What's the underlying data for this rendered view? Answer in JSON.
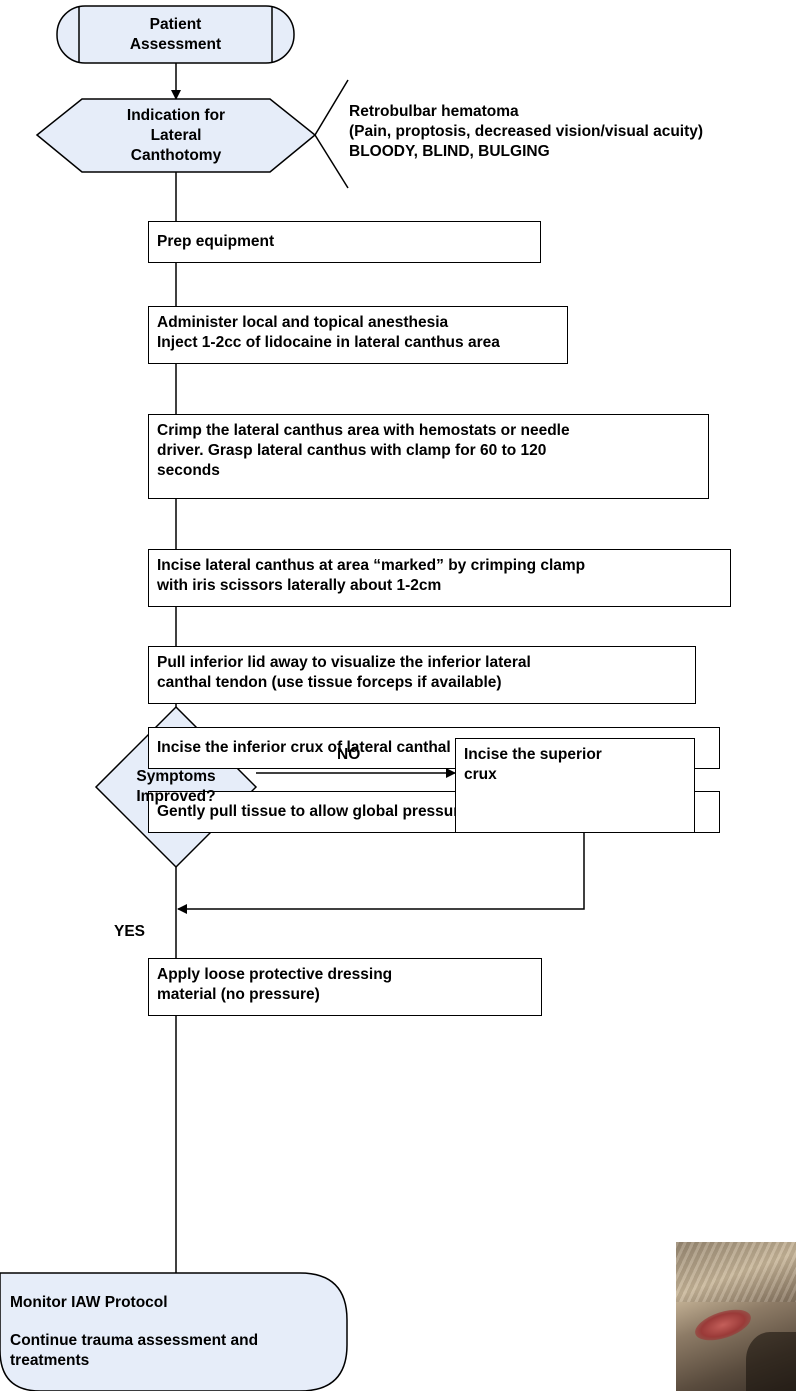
{
  "nodes": {
    "patient_assessment": [
      "Patient",
      "Assessment"
    ],
    "indication": [
      "Indication for",
      "Lateral",
      "Canthotomy"
    ],
    "indication_note": [
      "Retrobulbar hematoma",
      "(Pain, proptosis, decreased vision/visual acuity)",
      "BLOODY, BLIND, BULGING"
    ],
    "step_prep": [
      "Prep equipment"
    ],
    "step_anesthesia": [
      "Administer local and topical anesthesia",
      "Inject 1-2cc of lidocaine in lateral canthus area"
    ],
    "step_crimp": [
      "Crimp the lateral canthus area with hemostats or needle",
      "driver.  Grasp lateral canthus with clamp for 60 to 120",
      "seconds"
    ],
    "step_incise_canthus": [
      "Incise lateral canthus at area  “marked” by crimping clamp",
      "with iris scissors laterally about 1-2cm"
    ],
    "step_pull_lid": [
      "Pull inferior lid away to visualize the inferior lateral",
      "canthal tendon (use tissue forceps if available)"
    ],
    "step_incise_inferior": [
      "Incise the inferior crux of lateral canthal tendon"
    ],
    "step_pull_tissue": [
      "Gently pull tissue to allow global pressure release"
    ],
    "decision": [
      "Symptoms",
      "Improved?"
    ],
    "step_superior": [
      "Incise the superior",
      "crux"
    ],
    "step_dressing": [
      "Apply loose protective dressing",
      "material (no pressure)"
    ],
    "end_monitor": [
      "Monitor IAW Protocol",
      "",
      "Continue trauma assessment and",
      "treatments"
    ]
  },
  "labels": {
    "no": "NO",
    "yes": "YES"
  },
  "colors": {
    "terminator_fill": "#e6edf9",
    "stroke": "#000000"
  },
  "photo_icon": "eye-procedure-photo"
}
